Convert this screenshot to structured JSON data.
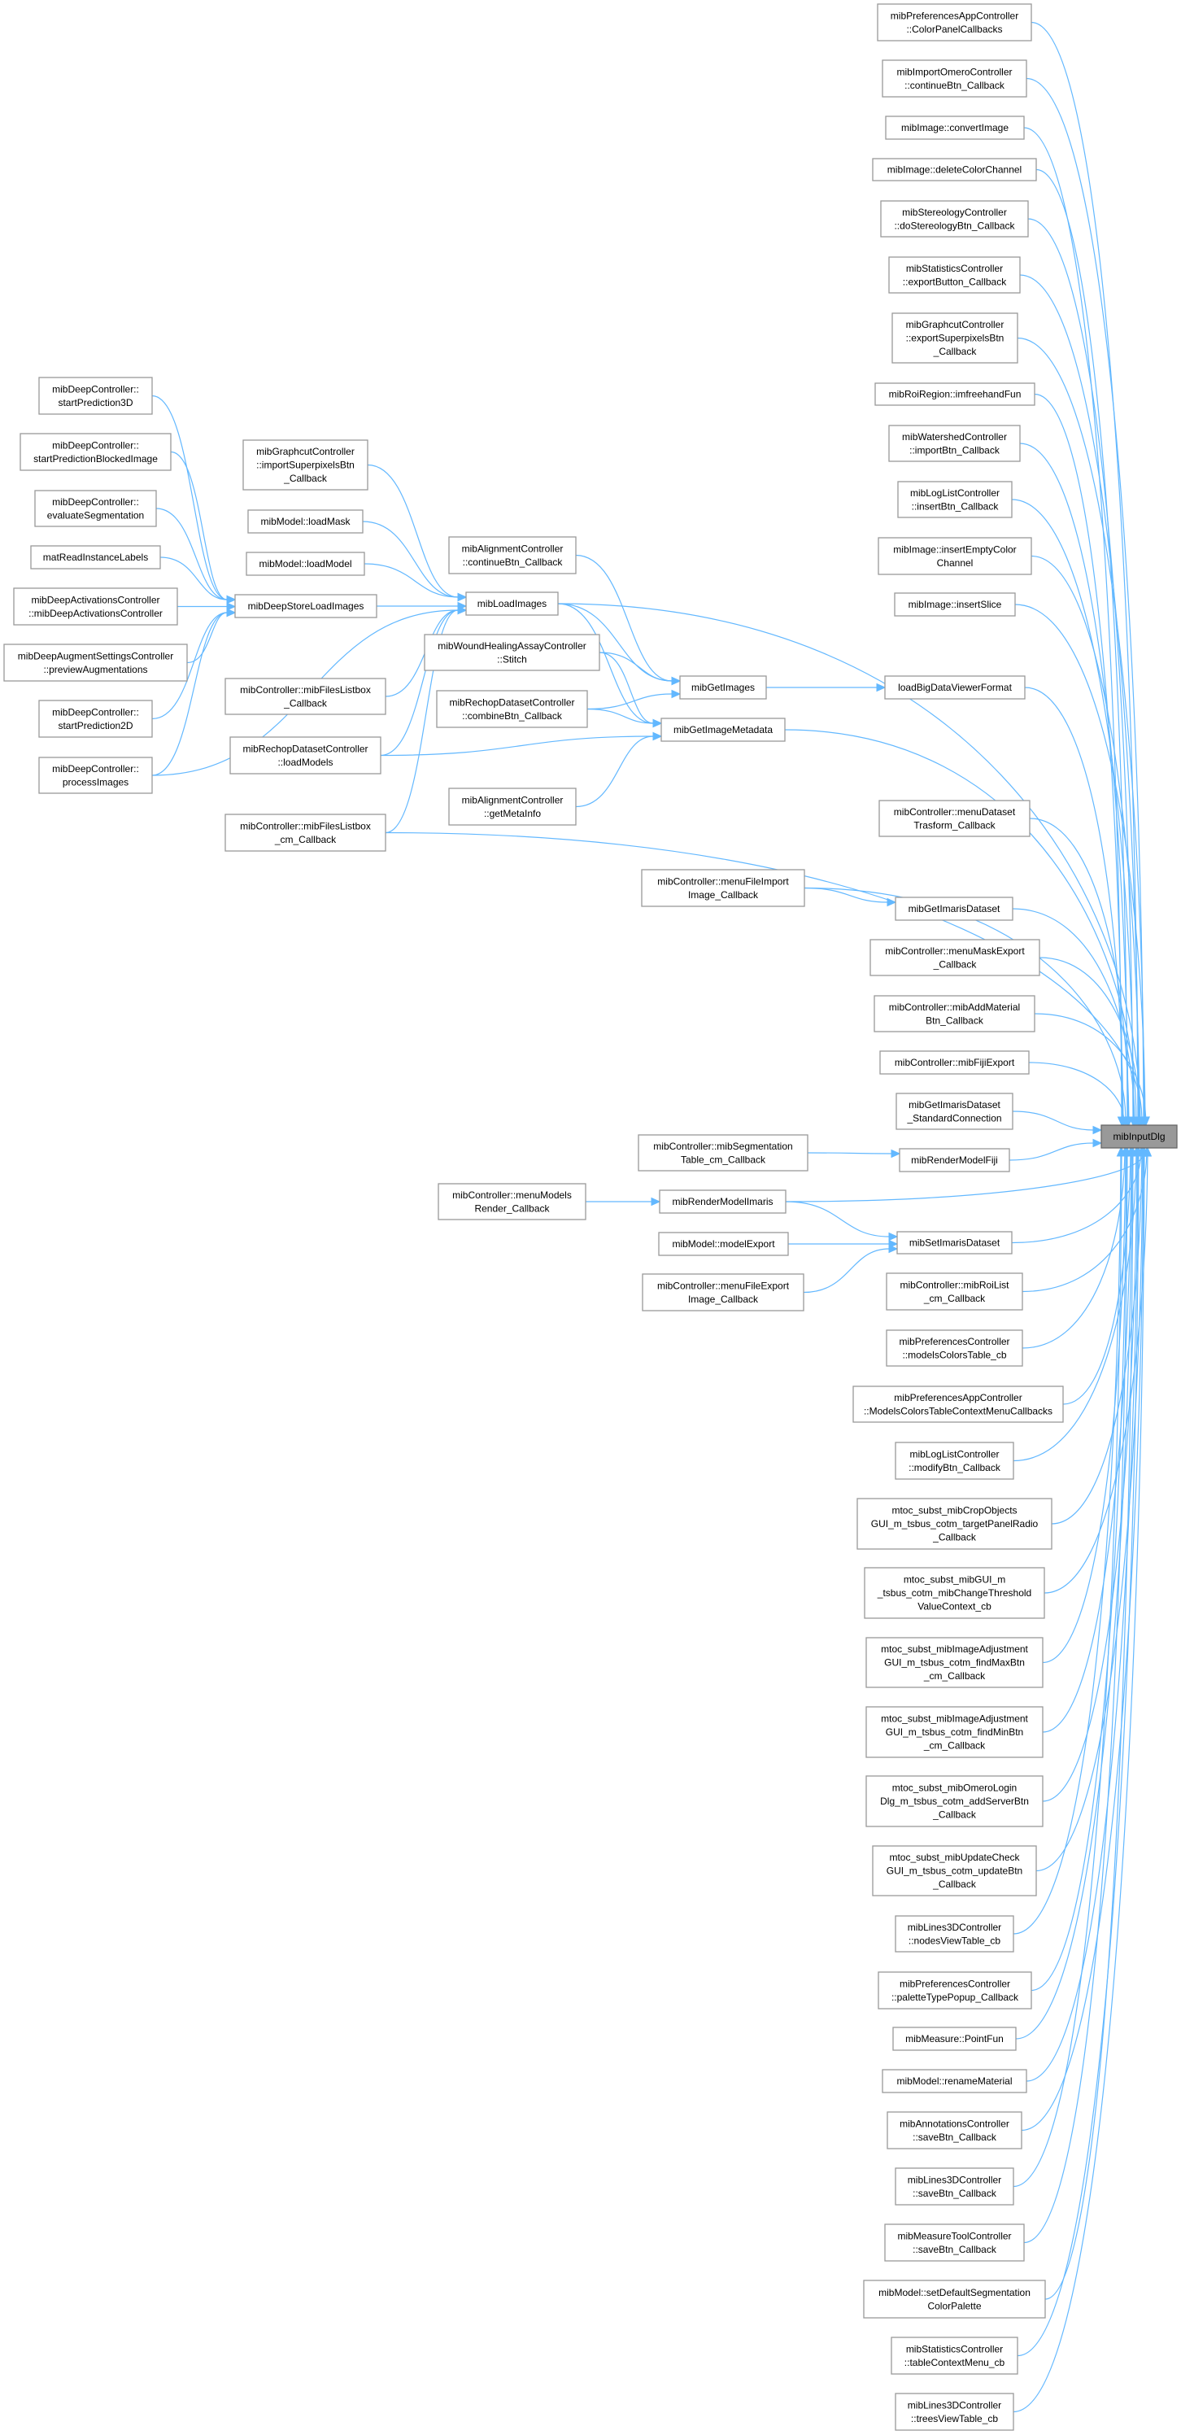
{
  "graph": {
    "type": "doxygen-caller-graph",
    "focus_node": "input",
    "colors": {
      "edge": "#63b8ff",
      "node_border": "#999999",
      "focus_fill": "#999999",
      "focus_border": "#666666",
      "node_fill": "#ffffff"
    },
    "nodes": [
      {
        "id": "colorpanel",
        "lines": [
          "mibPreferencesAppController",
          "::ColorPanelCallbacks"
        ]
      },
      {
        "id": "omerocont",
        "lines": [
          "mibImportOmeroController",
          "::continueBtn_Callback"
        ]
      },
      {
        "id": "convert",
        "lines": [
          "mibImage::convertImage"
        ]
      },
      {
        "id": "delcolor",
        "lines": [
          "mibImage::deleteColorChannel"
        ]
      },
      {
        "id": "stereo",
        "lines": [
          "mibStereologyController",
          "::doStereologyBtn_Callback"
        ]
      },
      {
        "id": "statexport",
        "lines": [
          "mibStatisticsController",
          "::exportButton_Callback"
        ]
      },
      {
        "id": "gcexport",
        "lines": [
          "mibGraphcutController",
          "::exportSuperpixelsBtn",
          "_Callback"
        ]
      },
      {
        "id": "imfree",
        "lines": [
          "mibRoiRegion::imfreehandFun"
        ]
      },
      {
        "id": "watershed",
        "lines": [
          "mibWatershedController",
          "::importBtn_Callback"
        ]
      },
      {
        "id": "loginsert",
        "lines": [
          "mibLogListController",
          "::insertBtn_Callback"
        ]
      },
      {
        "id": "insempty",
        "lines": [
          "mibImage::insertEmptyColor",
          "Channel"
        ]
      },
      {
        "id": "insslice",
        "lines": [
          "mibImage::insertSlice"
        ]
      },
      {
        "id": "bdv",
        "lines": [
          "loadBigDataViewerFormat"
        ]
      },
      {
        "id": "dstrans",
        "lines": [
          "mibController::menuDataset",
          "Trasform_Callback"
        ]
      },
      {
        "id": "getimaris",
        "lines": [
          "mibGetImarisDataset"
        ]
      },
      {
        "id": "maskexp",
        "lines": [
          "mibController::menuMaskExport",
          "_Callback"
        ]
      },
      {
        "id": "addmat",
        "lines": [
          "mibController::mibAddMaterial",
          "Btn_Callback"
        ]
      },
      {
        "id": "fiji",
        "lines": [
          "mibController::mibFijiExport"
        ]
      },
      {
        "id": "stdconn",
        "lines": [
          "mibGetImarisDataset",
          "_StandardConnection"
        ]
      },
      {
        "id": "input",
        "lines": [
          "mibInputDlg"
        ]
      },
      {
        "id": "rmfiji",
        "lines": [
          "mibRenderModelFiji"
        ]
      },
      {
        "id": "setimaris",
        "lines": [
          "mibSetImarisDataset"
        ]
      },
      {
        "id": "roilist",
        "lines": [
          "mibController::mibRoiList",
          "_cm_Callback"
        ]
      },
      {
        "id": "mct",
        "lines": [
          "mibPreferencesController",
          "::modelsColorsTable_cb"
        ]
      },
      {
        "id": "mctctx",
        "lines": [
          "mibPreferencesAppController",
          "::ModelsColorsTableContextMenuCallbacks"
        ]
      },
      {
        "id": "modify",
        "lines": [
          "mibLogListController",
          "::modifyBtn_Callback"
        ]
      },
      {
        "id": "crop",
        "lines": [
          "mtoc_subst_mibCropObjects",
          "GUI_m_tsbus_cotm_targetPanelRadio",
          "_Callback"
        ]
      },
      {
        "id": "thresh",
        "lines": [
          "mtoc_subst_mibGUI_m",
          "_tsbus_cotm_mibChangeThreshold",
          "ValueContext_cb"
        ]
      },
      {
        "id": "findmax",
        "lines": [
          "mtoc_subst_mibImageAdjustment",
          "GUI_m_tsbus_cotm_findMaxBtn",
          "_cm_Callback"
        ]
      },
      {
        "id": "findmin",
        "lines": [
          "mtoc_subst_mibImageAdjustment",
          "GUI_m_tsbus_cotm_findMinBtn",
          "_cm_Callback"
        ]
      },
      {
        "id": "omerologin",
        "lines": [
          "mtoc_subst_mibOmeroLogin",
          "Dlg_m_tsbus_cotm_addServerBtn",
          "_Callback"
        ]
      },
      {
        "id": "update",
        "lines": [
          "mtoc_subst_mibUpdateCheck",
          "GUI_m_tsbus_cotm_updateBtn",
          "_Callback"
        ]
      },
      {
        "id": "nodesview",
        "lines": [
          "mibLines3DController",
          "::nodesViewTable_cb"
        ]
      },
      {
        "id": "palette",
        "lines": [
          "mibPreferencesController",
          "::paletteTypePopup_Callback"
        ]
      },
      {
        "id": "point",
        "lines": [
          "mibMeasure::PointFun"
        ]
      },
      {
        "id": "rename",
        "lines": [
          "mibModel::renameMaterial"
        ]
      },
      {
        "id": "annsave",
        "lines": [
          "mibAnnotationsController",
          "::saveBtn_Callback"
        ]
      },
      {
        "id": "l3dsave",
        "lines": [
          "mibLines3DController",
          "::saveBtn_Callback"
        ]
      },
      {
        "id": "mtsave",
        "lines": [
          "mibMeasureToolController",
          "::saveBtn_Callback"
        ]
      },
      {
        "id": "defpalette",
        "lines": [
          "mibModel::setDefaultSegmentation",
          "ColorPalette"
        ]
      },
      {
        "id": "tablectx",
        "lines": [
          "mibStatisticsController",
          "::tableContextMenu_cb"
        ]
      },
      {
        "id": "trees",
        "lines": [
          "mibLines3DController",
          "::treesViewTable_cb"
        ]
      },
      {
        "id": "loadimages",
        "lines": [
          "mibLoadImages"
        ]
      },
      {
        "id": "aligncont",
        "lines": [
          "mibAlignmentController",
          "::continueBtn_Callback"
        ]
      },
      {
        "id": "stitch",
        "lines": [
          "mibWoundHealingAssayController",
          "::Stitch"
        ]
      },
      {
        "id": "combine",
        "lines": [
          "mibRechopDatasetController",
          "::combineBtn_Callback"
        ]
      },
      {
        "id": "metainfo",
        "lines": [
          "mibAlignmentController",
          "::getMetaInfo"
        ]
      },
      {
        "id": "getimages",
        "lines": [
          "mibGetImages"
        ]
      },
      {
        "id": "getmeta",
        "lines": [
          "mibGetImageMetadata"
        ]
      },
      {
        "id": "fileimport",
        "lines": [
          "mibController::menuFileImport",
          "Image_Callback"
        ]
      },
      {
        "id": "segtable",
        "lines": [
          "mibController::mibSegmentation",
          "Table_cm_Callback"
        ]
      },
      {
        "id": "modrender",
        "lines": [
          "mibController::menuModels",
          "Render_Callback"
        ]
      },
      {
        "id": "rmimaris",
        "lines": [
          "mibRenderModelImaris"
        ]
      },
      {
        "id": "modelexport",
        "lines": [
          "mibModel::modelExport"
        ]
      },
      {
        "id": "fileexport",
        "lines": [
          "mibController::menuFileExport",
          "Image_Callback"
        ]
      },
      {
        "id": "deepstore",
        "lines": [
          "mibDeepStoreLoadImages"
        ]
      },
      {
        "id": "gcimport",
        "lines": [
          "mibGraphcutController",
          "::importSuperpixelsBtn",
          "_Callback"
        ]
      },
      {
        "id": "loadmask",
        "lines": [
          "mibModel::loadMask"
        ]
      },
      {
        "id": "loadmodel",
        "lines": [
          "mibModel::loadModel"
        ]
      },
      {
        "id": "fileslb",
        "lines": [
          "mibController::mibFilesListbox",
          "_Callback"
        ]
      },
      {
        "id": "rechopload",
        "lines": [
          "mibRechopDatasetController",
          "::loadModels"
        ]
      },
      {
        "id": "fileslbcm",
        "lines": [
          "mibController::mibFilesListbox",
          "_cm_Callback"
        ]
      },
      {
        "id": "sp3d",
        "lines": [
          "mibDeepController::",
          "startPrediction3D"
        ]
      },
      {
        "id": "spblock",
        "lines": [
          "mibDeepController::",
          "startPredictionBlockedImage"
        ]
      },
      {
        "id": "eval",
        "lines": [
          "mibDeepController::",
          "evaluateSegmentation"
        ]
      },
      {
        "id": "matread",
        "lines": [
          "matReadInstanceLabels"
        ]
      },
      {
        "id": "deepact",
        "lines": [
          "mibDeepActivationsController",
          "::mibDeepActivationsController"
        ]
      },
      {
        "id": "preview",
        "lines": [
          "mibDeepAugmentSettingsController",
          "::previewAugmentations"
        ]
      },
      {
        "id": "sp2d",
        "lines": [
          "mibDeepController::",
          "startPrediction2D"
        ]
      },
      {
        "id": "process",
        "lines": [
          "mibDeepController::",
          "processImages"
        ]
      }
    ],
    "edges": [
      [
        "sp3d",
        "deepstore"
      ],
      [
        "spblock",
        "deepstore"
      ],
      [
        "eval",
        "deepstore"
      ],
      [
        "matread",
        "deepstore"
      ],
      [
        "deepact",
        "deepstore"
      ],
      [
        "preview",
        "deepstore"
      ],
      [
        "sp2d",
        "deepstore"
      ],
      [
        "process",
        "deepstore"
      ],
      [
        "gcimport",
        "loadimages"
      ],
      [
        "loadmask",
        "loadimages"
      ],
      [
        "loadmodel",
        "loadimages"
      ],
      [
        "deepstore",
        "loadimages"
      ],
      [
        "fileslb",
        "loadimages"
      ],
      [
        "rechopload",
        "loadimages"
      ],
      [
        "fileslbcm",
        "loadimages"
      ],
      [
        "process",
        "loadimages"
      ],
      [
        "loadimages",
        "getimages"
      ],
      [
        "loadimages",
        "getmeta"
      ],
      [
        "loadimages",
        "input"
      ],
      [
        "aligncont",
        "getimages"
      ],
      [
        "stitch",
        "getimages"
      ],
      [
        "stitch",
        "getmeta"
      ],
      [
        "combine",
        "getimages"
      ],
      [
        "combine",
        "getmeta"
      ],
      [
        "metainfo",
        "getmeta"
      ],
      [
        "rechopload",
        "getmeta"
      ],
      [
        "getimages",
        "bdv"
      ],
      [
        "getmeta",
        "input"
      ],
      [
        "fileslbcm",
        "input"
      ],
      [
        "fileimport",
        "getimaris"
      ],
      [
        "fileimport",
        "input"
      ],
      [
        "segtable",
        "rmfiji"
      ],
      [
        "modrender",
        "rmimaris"
      ],
      [
        "rmimaris",
        "input"
      ],
      [
        "rmimaris",
        "setimaris"
      ],
      [
        "modelexport",
        "setimaris"
      ],
      [
        "fileexport",
        "setimaris"
      ],
      [
        "colorpanel",
        "input"
      ],
      [
        "omerocont",
        "input"
      ],
      [
        "convert",
        "input"
      ],
      [
        "delcolor",
        "input"
      ],
      [
        "stereo",
        "input"
      ],
      [
        "statexport",
        "input"
      ],
      [
        "gcexport",
        "input"
      ],
      [
        "imfree",
        "input"
      ],
      [
        "watershed",
        "input"
      ],
      [
        "loginsert",
        "input"
      ],
      [
        "insempty",
        "input"
      ],
      [
        "insslice",
        "input"
      ],
      [
        "bdv",
        "input"
      ],
      [
        "dstrans",
        "input"
      ],
      [
        "getimaris",
        "input"
      ],
      [
        "maskexp",
        "input"
      ],
      [
        "addmat",
        "input"
      ],
      [
        "fiji",
        "input"
      ],
      [
        "stdconn",
        "input"
      ],
      [
        "rmfiji",
        "input"
      ],
      [
        "setimaris",
        "input"
      ],
      [
        "roilist",
        "input"
      ],
      [
        "mct",
        "input"
      ],
      [
        "mctctx",
        "input"
      ],
      [
        "modify",
        "input"
      ],
      [
        "crop",
        "input"
      ],
      [
        "thresh",
        "input"
      ],
      [
        "findmax",
        "input"
      ],
      [
        "findmin",
        "input"
      ],
      [
        "omerologin",
        "input"
      ],
      [
        "update",
        "input"
      ],
      [
        "nodesview",
        "input"
      ],
      [
        "palette",
        "input"
      ],
      [
        "point",
        "input"
      ],
      [
        "rename",
        "input"
      ],
      [
        "annsave",
        "input"
      ],
      [
        "l3dsave",
        "input"
      ],
      [
        "mtsave",
        "input"
      ],
      [
        "defpalette",
        "input"
      ],
      [
        "tablectx",
        "input"
      ],
      [
        "trees",
        "input"
      ]
    ]
  }
}
